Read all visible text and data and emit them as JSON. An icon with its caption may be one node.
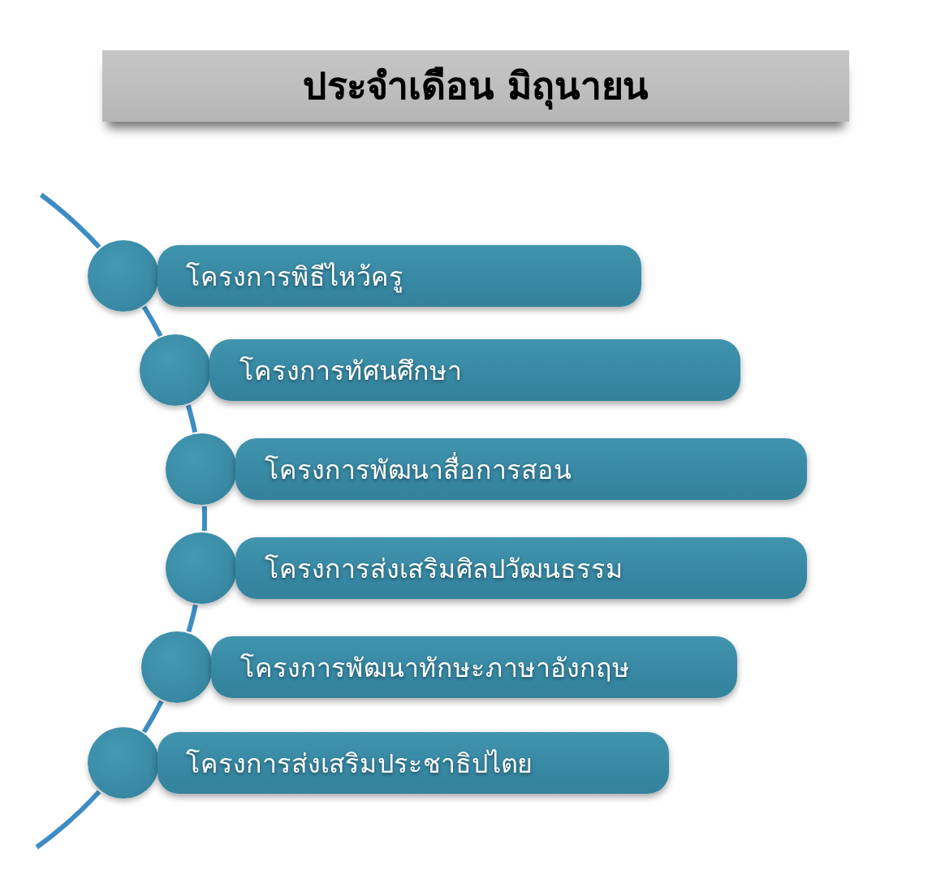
{
  "diagram": {
    "title": "ประจำเดือน มิถุนายน",
    "nodes": [
      {
        "text": [],
        "shape": "circle"
      },
      {
        "text": [
          "โครงการพิธีไหว้ครู"
        ]
      },
      {
        "text": [],
        "shape": "circle"
      },
      {
        "text": [
          "โครงการทัศนศึกษา"
        ]
      },
      {
        "text": [],
        "shape": "circle"
      },
      {
        "text": [
          "โครงการพัฒนาสื่อการสอน"
        ]
      },
      {
        "text": [],
        "shape": "circle"
      },
      {
        "text": [
          "โครงการส่งเสริมศิลปวัฒนธรรม"
        ]
      },
      {
        "text": [],
        "shape": "circle"
      },
      {
        "text": [
          "โครงการพัฒนาทักษะภาษาอังกฤษ"
        ]
      },
      {
        "text": [],
        "shape": "circle"
      },
      {
        "text": [
          "โครงการส่งเสริมประชาธิปไตย"
        ]
      }
    ],
    "edges": [
      {
        "from": null,
        "to": 0,
        "arrow": "none"
      },
      {
        "from": 0,
        "to": 2,
        "arrow": "none"
      },
      {
        "from": 2,
        "to": 4,
        "arrow": "none"
      },
      {
        "from": 4,
        "to": 6,
        "arrow": "none"
      },
      {
        "from": 6,
        "to": 8,
        "arrow": "none"
      },
      {
        "from": 8,
        "to": 10,
        "arrow": "none"
      },
      {
        "from": 10,
        "to": null,
        "arrow": "none"
      }
    ]
  }
}
